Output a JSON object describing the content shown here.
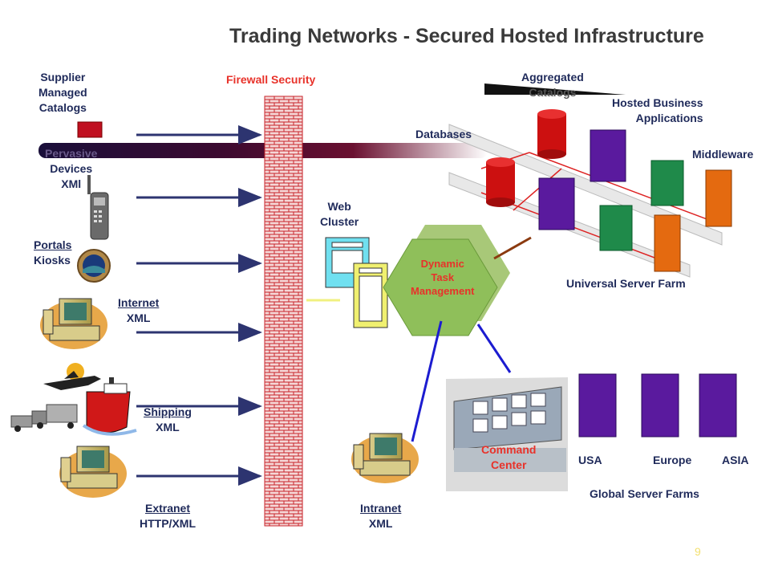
{
  "title": "Trading Networks - Secured Hosted Infrastructure",
  "firewall_label": "Firewall Security",
  "left_labels": {
    "supplier": [
      "Supplier",
      "Managed",
      "Catalogs"
    ],
    "pervasive": [
      "Pervasive",
      "Devices",
      "XMl"
    ],
    "portals": [
      "Portals",
      "Kiosks"
    ],
    "internet": [
      "Internet",
      "XML"
    ],
    "shipping": [
      "Shipping",
      "XML"
    ],
    "extranet": [
      "Extranet",
      "HTTP/XML"
    ]
  },
  "web_cluster": [
    "Web",
    "Cluster"
  ],
  "dynamic_task": [
    "Dynamic",
    "Task",
    "Management"
  ],
  "intranet": [
    "Intranet",
    "XML"
  ],
  "top_right": {
    "aggregated": [
      "Aggregated",
      "Catalogs"
    ],
    "hosted": [
      "Hosted Business",
      "Applications"
    ],
    "databases": "Databases",
    "middleware": "Middleware",
    "universal": "Universal Server Farm"
  },
  "command_center": [
    "Command",
    "Center"
  ],
  "regions": [
    "USA",
    "Europe",
    "ASIA"
  ],
  "global_farms": "Global Server Farms",
  "page_number": "9",
  "colors": {
    "label_text": "#1f2a5a",
    "firewall_red": "#e8322a",
    "server_purple": "#5a1a9e",
    "db_red": "#cc1010",
    "middleware_green": "#1f8a4a",
    "middleware_orange": "#e46a10",
    "hexagon_green": "#8fbf5a",
    "arrow_navy": "#2d3470"
  }
}
